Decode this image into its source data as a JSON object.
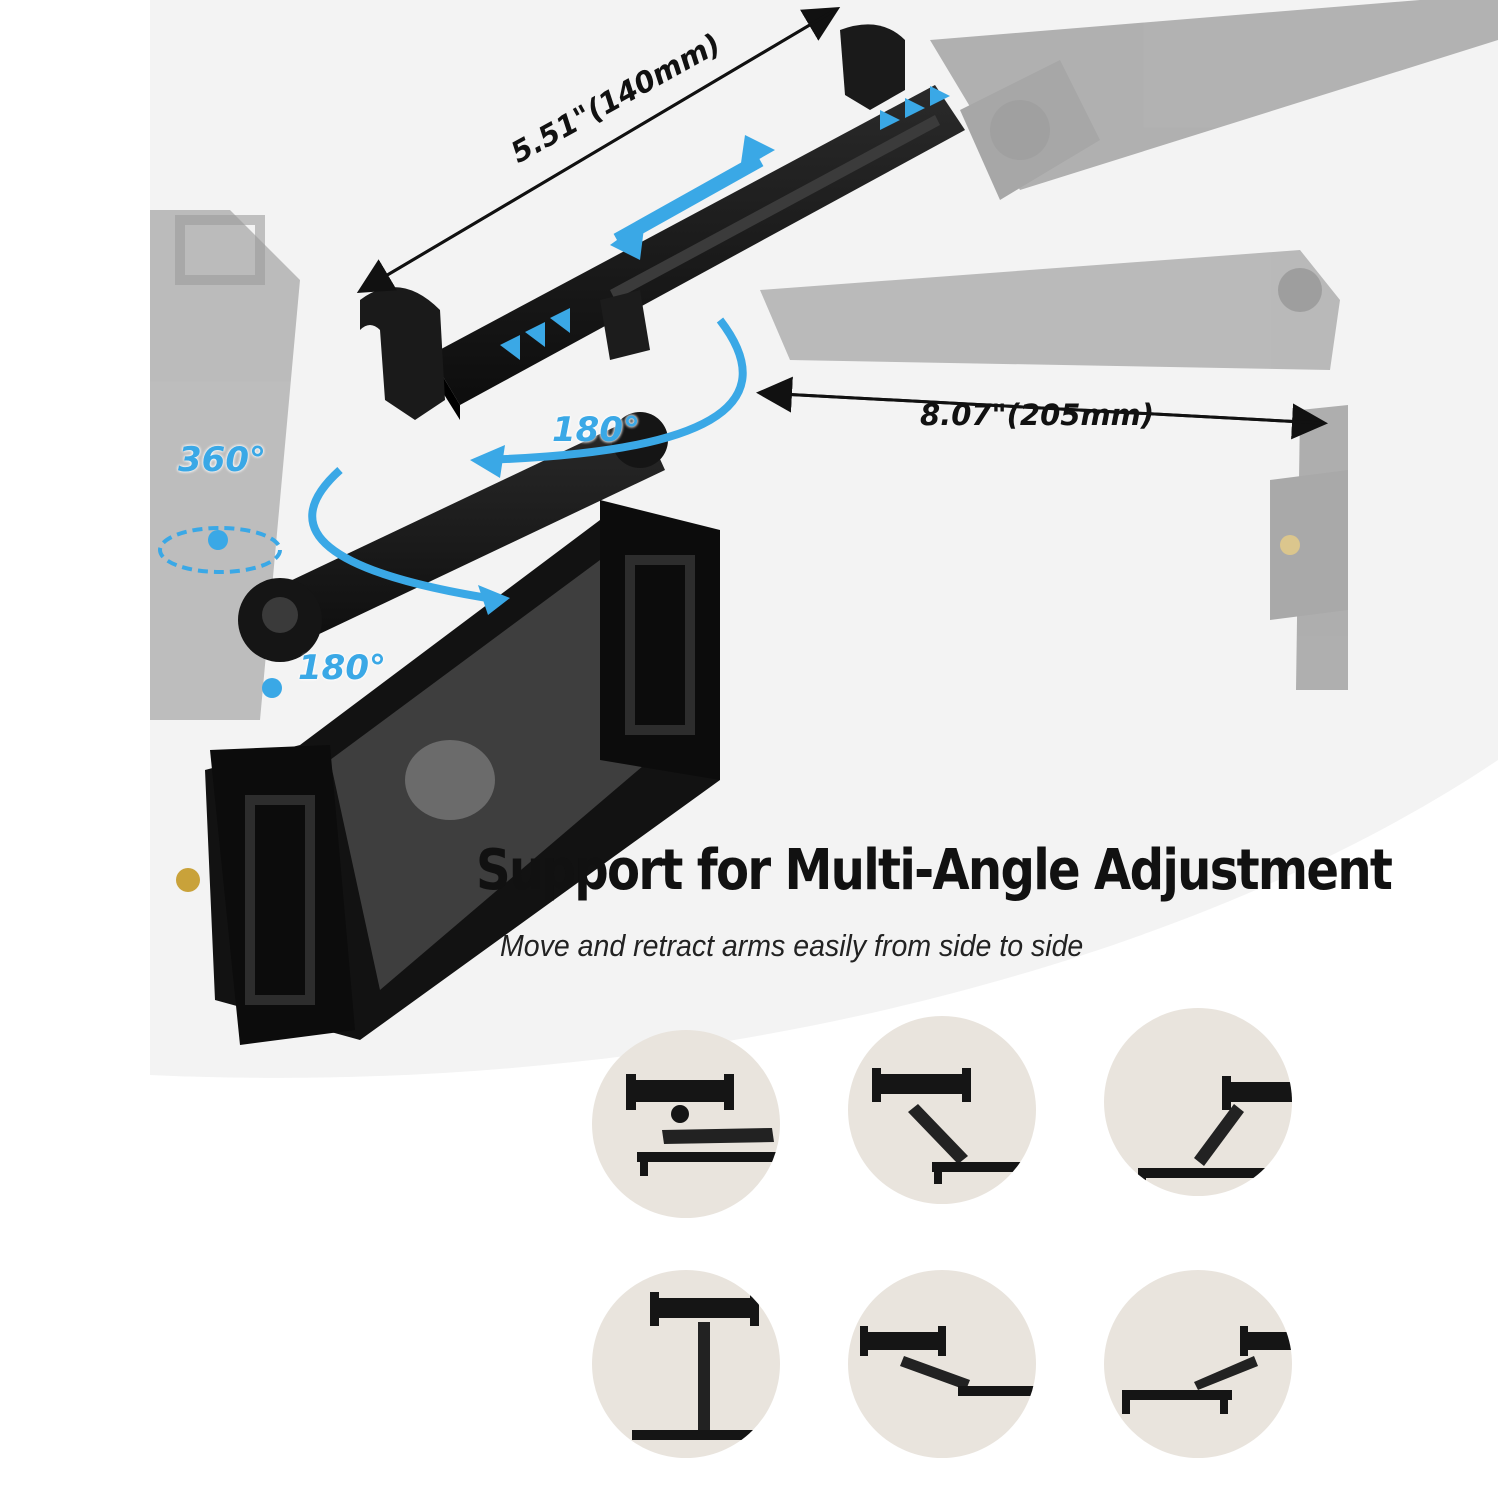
{
  "headline": "Support for Multi-Angle Adjustment",
  "subheadline": "Move and retract arms easily from side to side",
  "dimensions": {
    "bar_length": "5.51\"(140mm)",
    "arm_length": "8.07\"(205mm)"
  },
  "rotation_labels": {
    "swivel": "360°",
    "bar_rotation": "180°",
    "joint_rotation": "180°"
  },
  "colors": {
    "accent": "#3aa8e6",
    "background_disc": "#e9e4dd",
    "product": "#111111"
  },
  "position_thumbnails": [
    {
      "icon": "folded-position-icon"
    },
    {
      "icon": "diagonal-left-position-icon"
    },
    {
      "icon": "diagonal-right-position-icon"
    },
    {
      "icon": "vertical-position-icon"
    },
    {
      "icon": "extended-left-position-icon"
    },
    {
      "icon": "extended-right-position-icon"
    }
  ]
}
